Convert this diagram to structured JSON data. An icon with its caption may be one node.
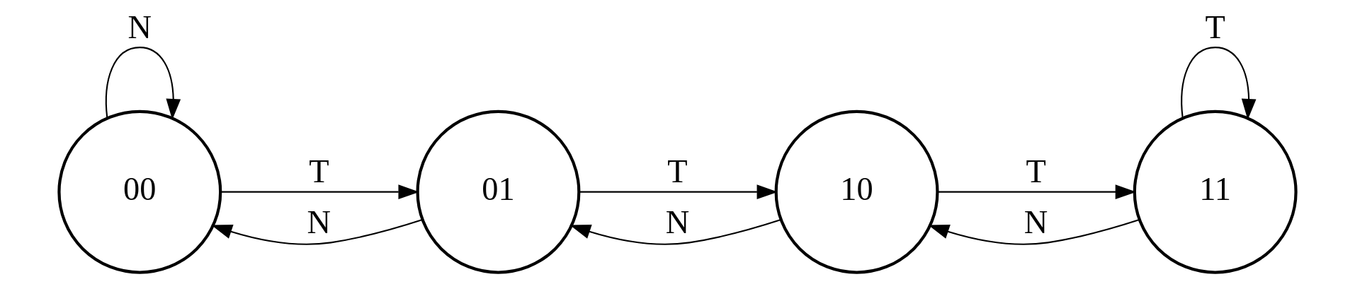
{
  "diagram": {
    "nodes": [
      {
        "text": [
          "00"
        ]
      },
      {
        "text": [
          "01"
        ]
      },
      {
        "text": [
          "10"
        ]
      },
      {
        "text": [
          "11"
        ]
      }
    ],
    "edges": [
      {
        "from": 0,
        "to": 0,
        "arrow": "to",
        "label": "N"
      },
      {
        "from": 0,
        "to": 1,
        "arrow": "to",
        "label": "T"
      },
      {
        "from": 1,
        "to": 2,
        "arrow": "to",
        "label": "T"
      },
      {
        "from": 2,
        "to": 3,
        "arrow": "to",
        "label": "T"
      },
      {
        "from": 3,
        "to": 3,
        "arrow": "to",
        "label": "T"
      },
      {
        "from": 1,
        "to": 0,
        "arrow": "to",
        "label": "N"
      },
      {
        "from": 2,
        "to": 1,
        "arrow": "to",
        "label": "N"
      },
      {
        "from": 3,
        "to": 2,
        "arrow": "to",
        "label": "N"
      }
    ]
  }
}
